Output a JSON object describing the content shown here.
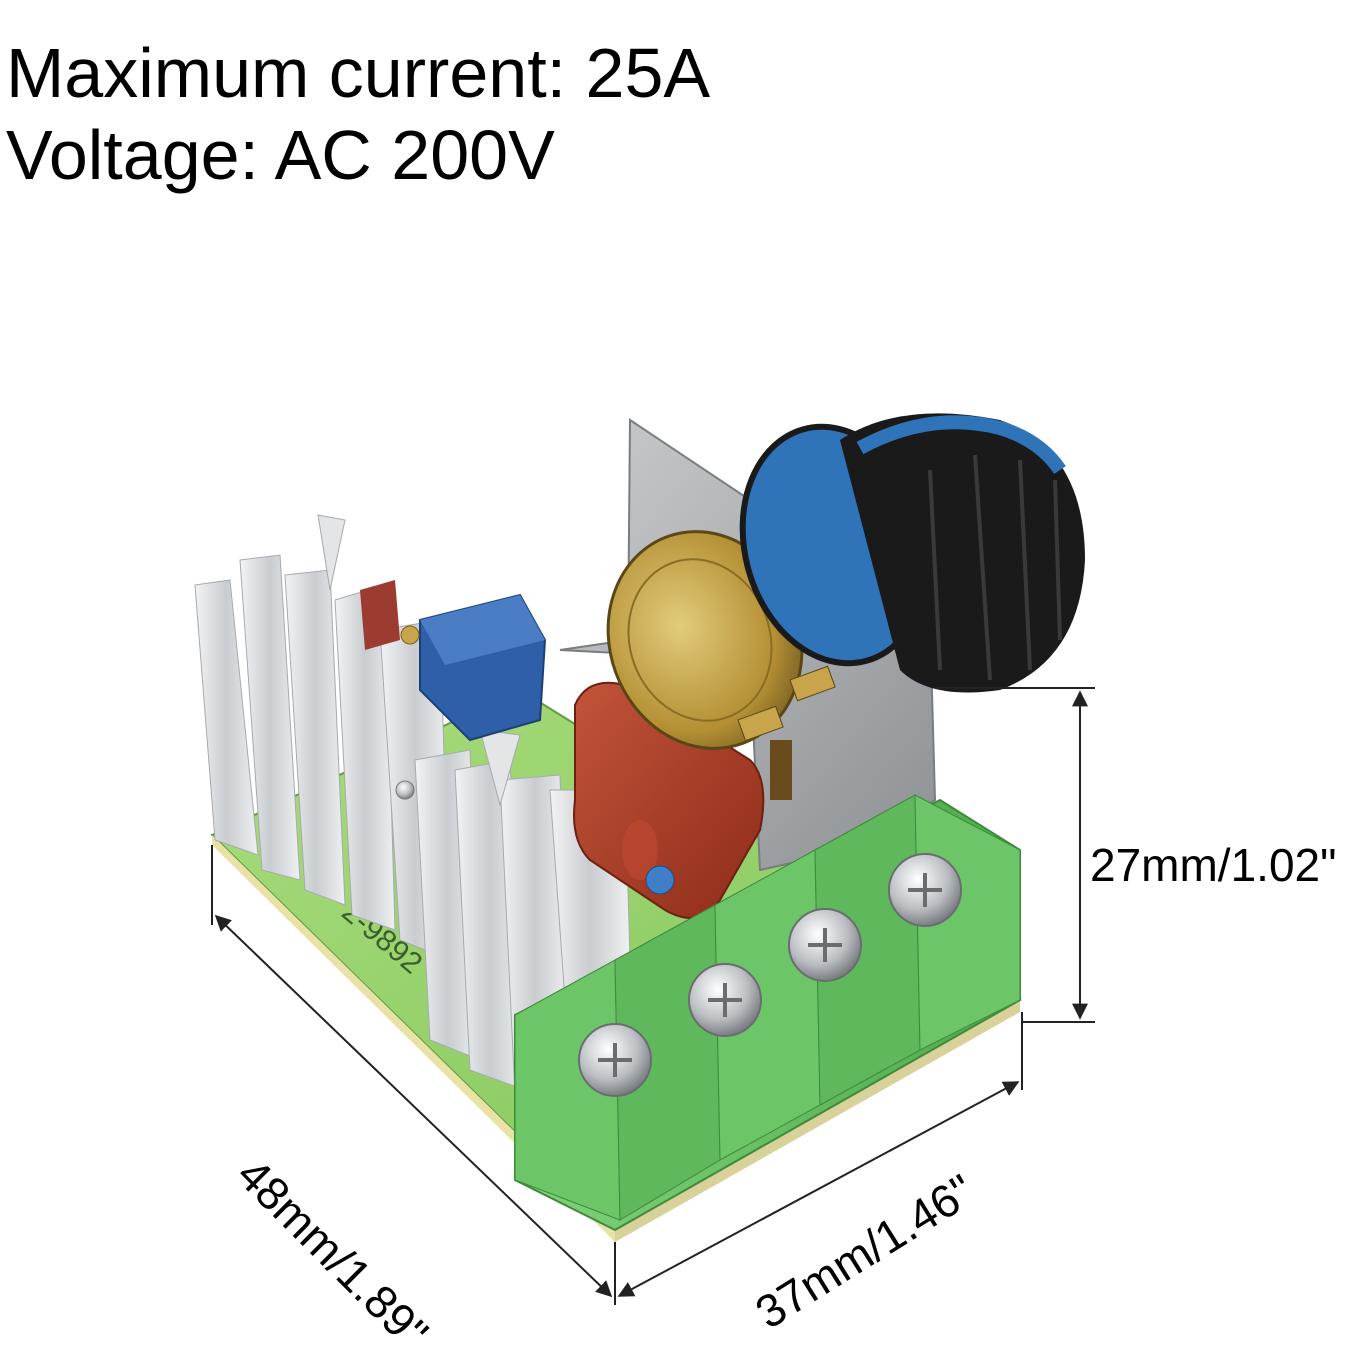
{
  "specs": {
    "current": "Maximum current: 25A",
    "voltage": "Voltage: AC 200V"
  },
  "dimensions": {
    "height": "27mm/1.02\"",
    "length": "48mm/1.89\"",
    "width": "37mm/1.46\""
  },
  "board": {
    "silkscreen": "2-9892"
  },
  "colors": {
    "pcb": "#8fcf63",
    "terminal": "#66c061",
    "knob_black": "#1a1a1a",
    "knob_blue": "#2f74b8",
    "capacitor": "#a63a22",
    "trimmer": "#2e5fa8",
    "heatsink": "#d6d9dc",
    "potentiometer": "#c8a44a"
  },
  "icons": {
    "dimension_arrow": "double-headed-arrow"
  }
}
